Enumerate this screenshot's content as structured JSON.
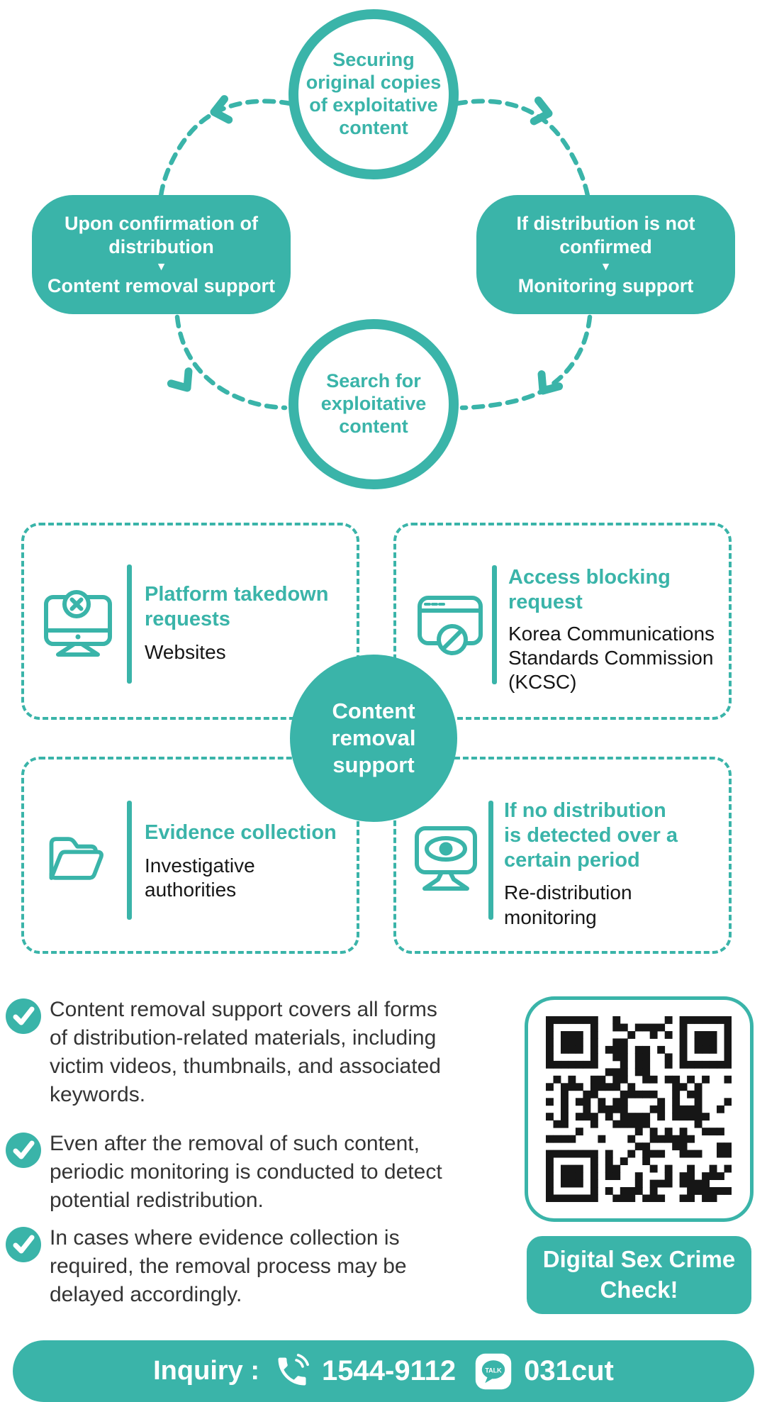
{
  "theme": {
    "teal": "#3ab4a9",
    "text_black": "#161616",
    "note_gray": "#343434",
    "white": "#ffffff"
  },
  "cycle": {
    "top_circle": "Securing\noriginal copies\nof exploitative\ncontent",
    "left_pill": {
      "condition": "Upon confirmation of\ndistribution",
      "arrow": "▼",
      "action": "Content removal support"
    },
    "right_pill": {
      "condition": "If distribution is not\nconfirmed",
      "arrow": "▼",
      "action": "Monitoring support"
    },
    "bottom_circle": "Search for\nexploitative\ncontent"
  },
  "center_circle": "Content\nremoval\nsupport",
  "boxes": [
    {
      "icon": "monitor-x-icon",
      "title": "Platform takedown\nrequests",
      "subtitle": "Websites"
    },
    {
      "icon": "browser-block-icon",
      "title": "Access blocking\nrequest",
      "subtitle": "Korea Communications\nStandards Commission\n(KCSC)"
    },
    {
      "icon": "folder-icon",
      "title": "Evidence collection",
      "subtitle": "Investigative\nauthorities"
    },
    {
      "icon": "monitor-eye-icon",
      "title": "If no distribution\nis detected over a\ncertain period",
      "subtitle": "Re-distribution\nmonitoring"
    }
  ],
  "notes": [
    {
      "text": "Content removal support covers all forms\nof distribution-related materials, including\nvictim videos, thumbnails, and associated\nkeywords."
    },
    {
      "text": "Even after the removal of such content,\nperiodic monitoring is conducted to detect\npotential redistribution."
    },
    {
      "text": "In cases where evidence collection is\nrequired, the removal process may be\ndelayed accordingly."
    }
  ],
  "qr": {
    "label": "Digital Sex Crime\nCheck!",
    "seed": 7,
    "modules": 25
  },
  "footer": {
    "inquiry_label": "Inquiry :",
    "phone": "1544-9112",
    "kakao_label": "TALK",
    "kakao_id": "031cut"
  }
}
